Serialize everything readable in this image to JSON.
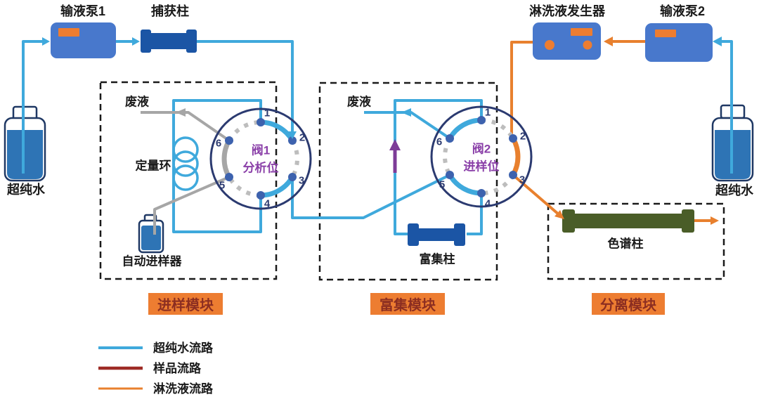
{
  "colors": {
    "blue": "#3FA9DC",
    "gray": "#A6A6A6",
    "orange": "#E8802E",
    "navy": "#2B3A70",
    "port": "#3D62AE",
    "deepblue": "#1B55A5",
    "green": "#4A5D28",
    "pump": "#4878CC",
    "disporange": "#ED7D31",
    "badgebg": "#ED7D31",
    "badgetext": "#8C2E21",
    "purpletext": "#8A3FA8",
    "purple": "#7D3C98",
    "red": "#9E2B25",
    "liquid": "#2E74B5",
    "bottle": "#1F3864",
    "dash": "#BDBDBD",
    "label": "#1A1A1A"
  },
  "equipment": {
    "pump1": "输液泵1",
    "capture_column": "捕获柱",
    "eluent_generator": "淋洗液发生器",
    "pump2": "输液泵2",
    "water_left": "超纯水",
    "water_right": "超纯水"
  },
  "module1": {
    "badge": "进样模块",
    "waste": "废液",
    "sample_loop": "定量环",
    "autosampler": "自动进样器",
    "valve": {
      "name": "阀1",
      "position": "分析位",
      "ports": [
        "1",
        "2",
        "3",
        "4",
        "5",
        "6"
      ]
    }
  },
  "module2": {
    "badge": "富集模块",
    "waste": "废液",
    "enrichment_column": "富集柱",
    "valve": {
      "name": "阀2",
      "position": "进样位",
      "ports": [
        "1",
        "2",
        "3",
        "4",
        "5",
        "6"
      ]
    }
  },
  "module3": {
    "badge": "分离模块",
    "column": "色谱柱"
  },
  "legend": {
    "items": [
      {
        "label": "超纯水流路",
        "color": "#3FA9DC"
      },
      {
        "label": "样品流路",
        "color": "#9E2B25"
      },
      {
        "label": "淋洗液流路",
        "color": "#E8802E"
      }
    ]
  }
}
